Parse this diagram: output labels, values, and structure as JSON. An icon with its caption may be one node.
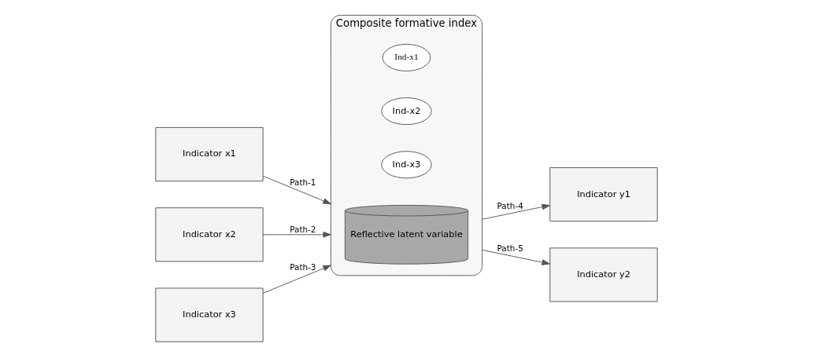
{
  "diagram": {
    "nodes": [
      {
        "text": [
          "Indicator x1"
        ]
      },
      {
        "text": [
          "Indicator x2"
        ]
      },
      {
        "text": [
          "Indicator x3"
        ]
      },
      {
        "text": [
          "Composite formative index"
        ]
      },
      {
        "text": [
          "Ind-x1"
        ],
        "in": 3
      },
      {
        "text": [
          "Ind-x2"
        ],
        "in": 3
      },
      {
        "text": [
          "Ind-x3"
        ],
        "in": 3
      },
      {
        "text": [
          "Reflective latent variable"
        ],
        "in": 3
      },
      {
        "text": [
          "Indicator y1"
        ]
      },
      {
        "text": [
          "Indicator y2"
        ]
      }
    ],
    "edges": [
      {
        "from": 0,
        "to": 3,
        "arrow": "to",
        "label": "Path-1"
      },
      {
        "from": 1,
        "to": 3,
        "arrow": "to",
        "label": "Path-2"
      },
      {
        "from": 2,
        "to": 3,
        "arrow": "to",
        "label": "Path-3"
      },
      {
        "from": 3,
        "to": 8,
        "arrow": "to",
        "label": "Path-4"
      },
      {
        "from": 3,
        "to": 9,
        "arrow": "to",
        "label": "Path-5"
      }
    ]
  }
}
